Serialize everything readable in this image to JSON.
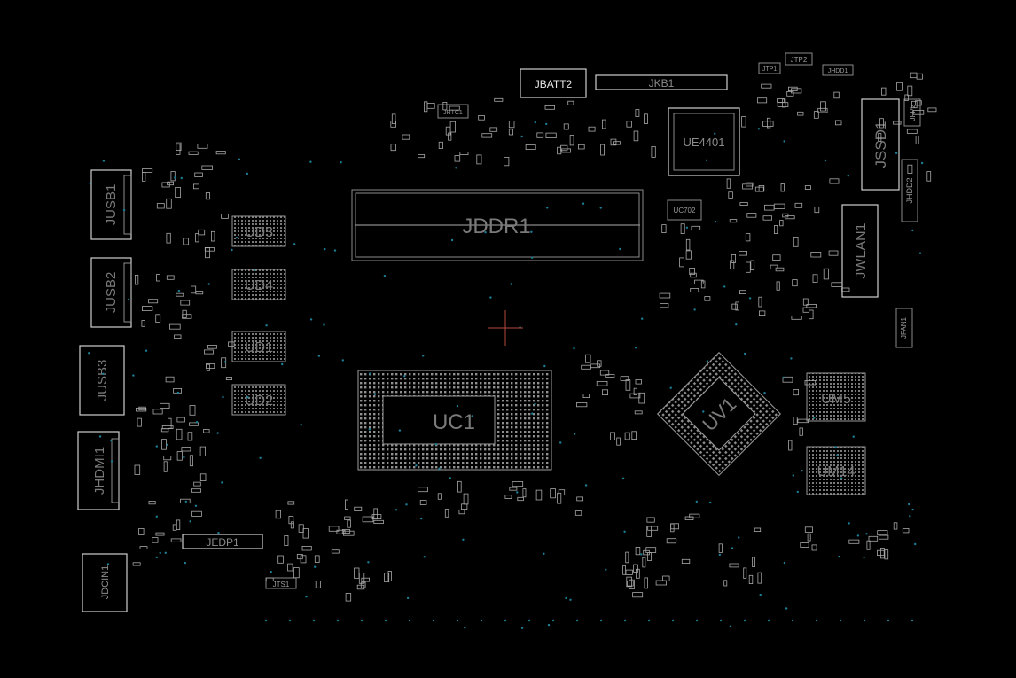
{
  "colors": {
    "background": "#000000",
    "outline": "#8a8a8a",
    "label": "#7a7a7a",
    "via": "#1c7f96",
    "cursor": "#b34a3a"
  },
  "components": {
    "jddr1": "JDDR1",
    "uc1": "UC1",
    "uv1": "UV1",
    "ue4401": "UE4401",
    "jssd1": "JSSD1",
    "jwlan1": "JWLAN1",
    "um5": "UM5",
    "um14": "UM14",
    "ud1": "UD1",
    "ud2": "UD2",
    "ud3": "UD3",
    "ud4": "UD4",
    "jusb1": "JUSB1",
    "jusb2": "JUSB2",
    "jusb3": "JUSB3",
    "jhdmi1": "JHDMI1",
    "jdcin1": "JDCIN1",
    "jedp1": "JEDP1",
    "jbatt2": "JBATT2",
    "jkb1": "JKB1",
    "uc702": "UC702",
    "jrtc1": "JRTC1",
    "jtp1": "JTP1",
    "jtp2": "JTP2",
    "jhdd1": "JHDD1",
    "jfp2": "JFP2",
    "jhdd2": "JHDD2",
    "jfan1": "JFAN1",
    "jts1": "JTS1"
  }
}
